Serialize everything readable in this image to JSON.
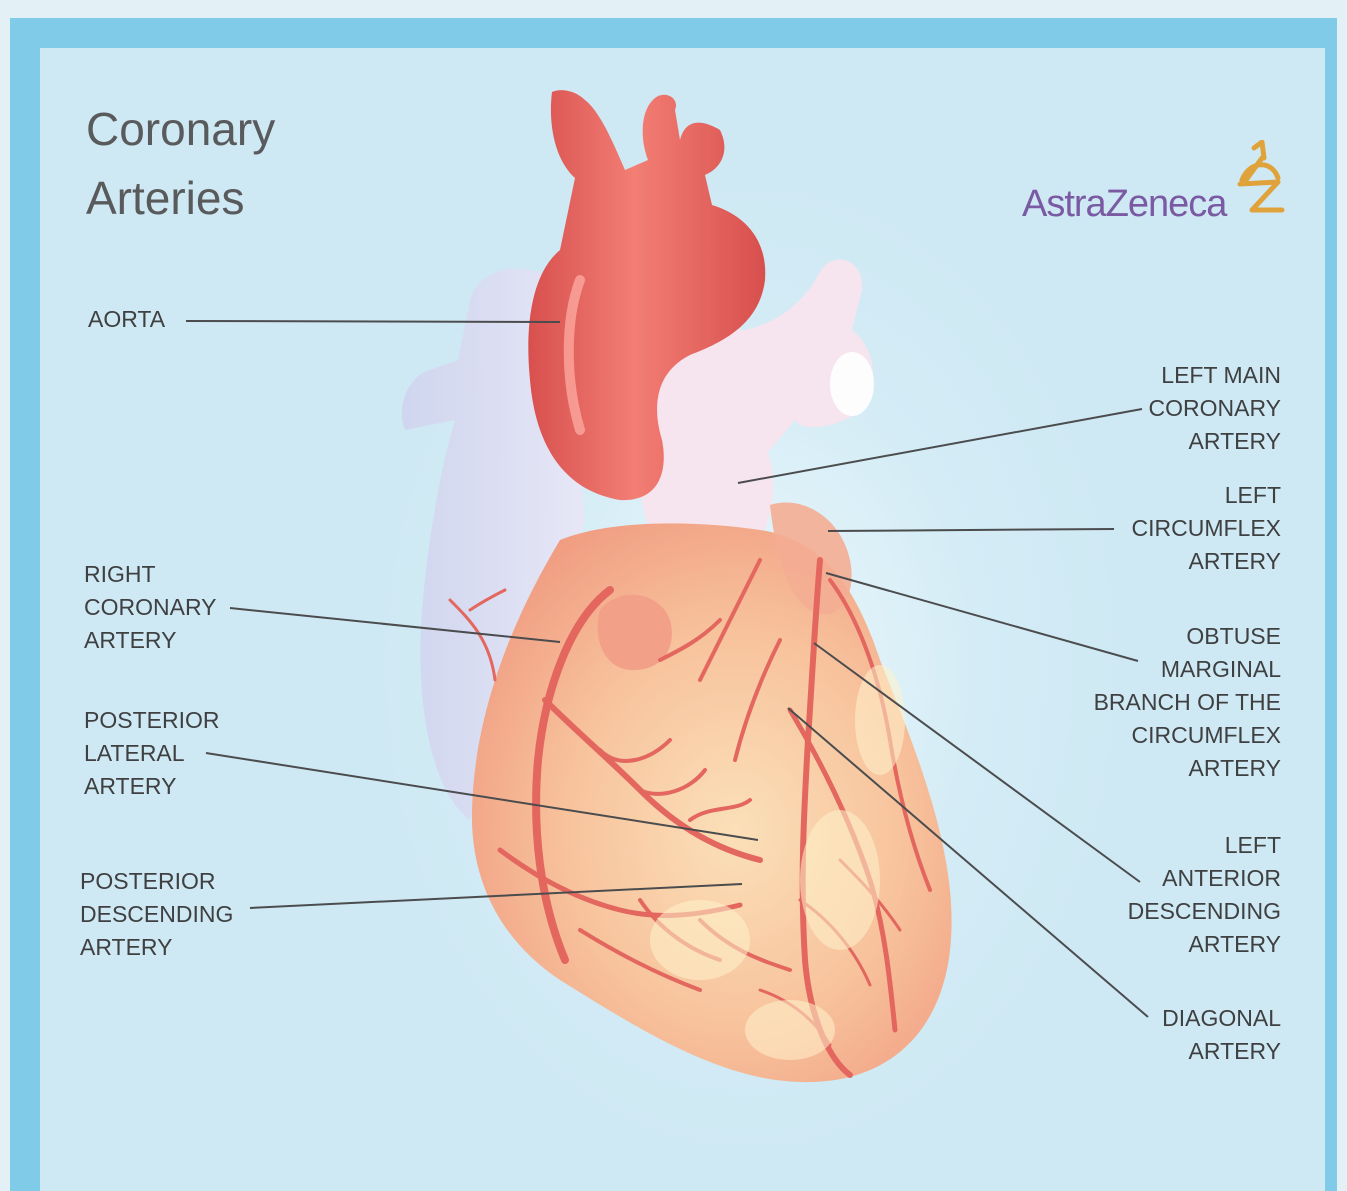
{
  "title": {
    "line1": "Coronary",
    "line2": "Arteries"
  },
  "brand": {
    "name": "AstraZeneca"
  },
  "colors": {
    "frame": "#7fcbe8",
    "panel": "#cfe9f4",
    "title": "#595a5c",
    "brand": "#7a5aa3",
    "label": "#3f4041",
    "aorta": "#e8615f",
    "heart": "#f5b48e",
    "artery": "#e36a62"
  },
  "labels": {
    "aorta": [
      "AORTA"
    ],
    "right_coronary_artery": [
      "RIGHT",
      "CORONARY",
      "ARTERY"
    ],
    "posterior_lateral_artery": [
      "POSTERIOR",
      "LATERAL",
      "ARTERY"
    ],
    "posterior_descending_artery": [
      "POSTERIOR",
      "DESCENDING",
      "ARTERY"
    ],
    "left_main_coronary_artery": [
      "LEFT MAIN",
      "CORONARY",
      "ARTERY"
    ],
    "left_circumflex_artery": [
      "LEFT",
      "CIRCUMFLEX",
      "ARTERY"
    ],
    "obtuse_marginal_branch": [
      "OBTUSE",
      "MARGINAL",
      "BRANCH OF THE",
      "CIRCUMFLEX",
      "ARTERY"
    ],
    "left_anterior_descending_artery": [
      "LEFT",
      "ANTERIOR",
      "DESCENDING",
      "ARTERY"
    ],
    "diagonal_artery": [
      "DIAGONAL",
      "ARTERY"
    ]
  }
}
